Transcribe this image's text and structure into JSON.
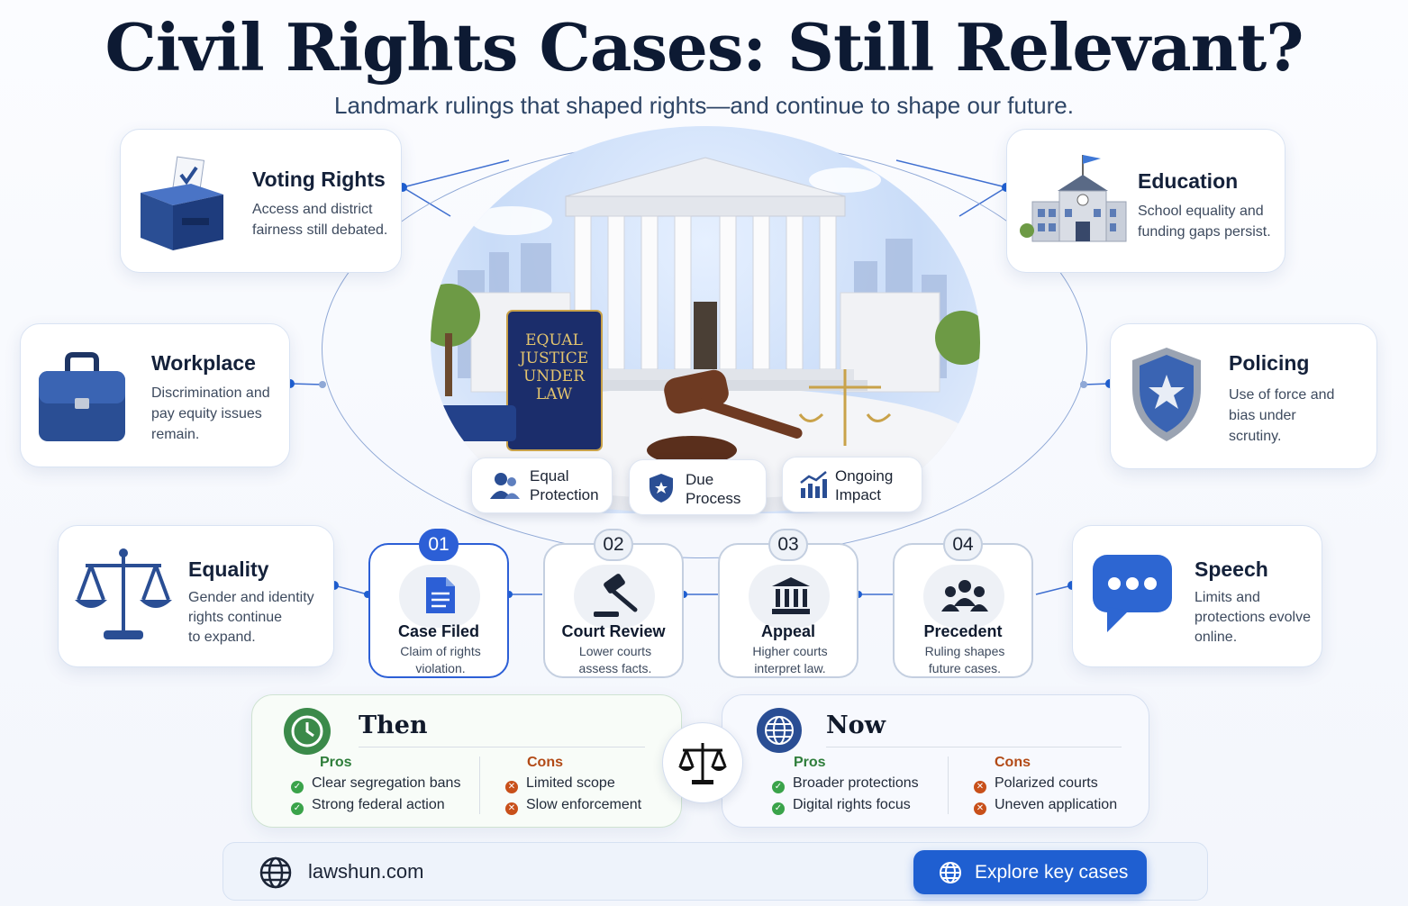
{
  "header": {
    "title": "Civil Rights Cases: Still Relevant?",
    "subtitle": "Landmark rulings that shaped rights—and continue to shape our future."
  },
  "topics": {
    "voting": {
      "title": "Voting Rights",
      "desc_1": "Access and district",
      "desc_2": "fairness still debated.",
      "icon": "ballot-box-icon"
    },
    "education": {
      "title": "Education",
      "desc_1": "School equality and",
      "desc_2": "funding gaps persist.",
      "icon": "school-icon"
    },
    "workplace": {
      "title": "Workplace",
      "desc_1": "Discrimination and",
      "desc_2": "pay equity issues",
      "desc_3": "remain.",
      "icon": "briefcase-icon"
    },
    "policing": {
      "title": "Policing",
      "desc_1": "Use of force and",
      "desc_2": "bias under",
      "desc_3": "scrutiny.",
      "icon": "shield-star-icon"
    },
    "equality": {
      "title": "Equality",
      "desc_1": "Gender and identity",
      "desc_2": "rights continue",
      "desc_3": "to expand.",
      "icon": "scales-icon"
    },
    "speech": {
      "title": "Speech",
      "desc_1": "Limits and",
      "desc_2": "protections evolve",
      "desc_3": "online.",
      "icon": "speech-bubble-icon"
    }
  },
  "hub": {
    "book_text": [
      "EQUAL",
      "JUSTICE",
      "UNDER",
      "LAW"
    ],
    "pills": [
      {
        "line1": "Equal",
        "line2": "Protection",
        "icon": "people-icon"
      },
      {
        "line1": "Due",
        "line2": "Process",
        "icon": "shield-icon"
      },
      {
        "line1": "Ongoing",
        "line2": "Impact",
        "icon": "trend-chart-icon"
      }
    ]
  },
  "steps": [
    {
      "num": "01",
      "title": "Case Filed",
      "desc_1": "Claim of rights",
      "desc_2": "violation.",
      "icon": "document-icon"
    },
    {
      "num": "02",
      "title": "Court Review",
      "desc_1": "Lower courts",
      "desc_2": "assess facts.",
      "icon": "gavel-icon"
    },
    {
      "num": "03",
      "title": "Appeal",
      "desc_1": "Higher courts",
      "desc_2": "interpret law.",
      "icon": "courthouse-icon"
    },
    {
      "num": "04",
      "title": "Precedent",
      "desc_1": "Ruling shapes",
      "desc_2": "future cases.",
      "icon": "group-icon"
    }
  ],
  "then": {
    "title": "Then",
    "pros_label": "Pros",
    "cons_label": "Cons",
    "pros": [
      "Clear segregation bans",
      "Strong federal action"
    ],
    "cons": [
      "Limited scope",
      "Slow enforcement"
    ]
  },
  "now": {
    "title": "Now",
    "pros_label": "Pros",
    "cons_label": "Cons",
    "pros": [
      "Broader protections",
      "Digital rights focus"
    ],
    "cons": [
      "Polarized courts",
      "Uneven application"
    ]
  },
  "footer": {
    "site": "lawshun.com",
    "button": "Explore key cases"
  },
  "colors": {
    "accent": "#1f5fd1",
    "navy": "#0d1a33",
    "pros": "#2e7d3a",
    "cons": "#b24a16"
  }
}
